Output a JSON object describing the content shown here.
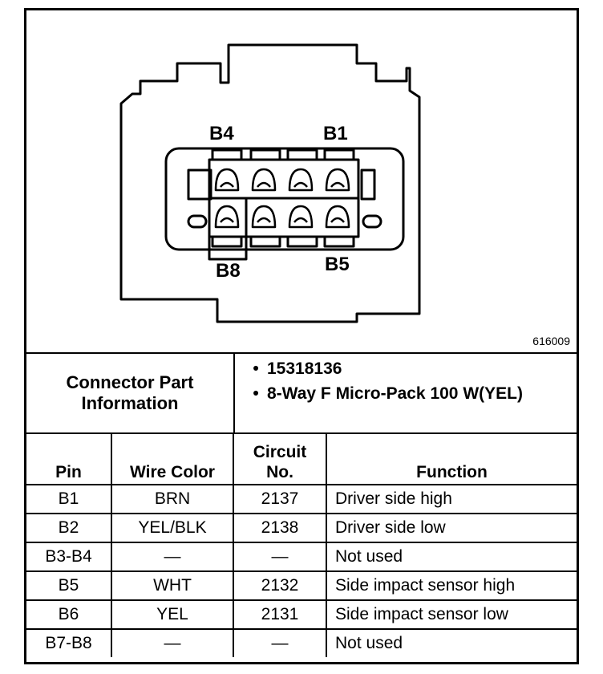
{
  "figure": {
    "id": "616009",
    "labels": {
      "b4": "B4",
      "b1": "B1",
      "b8": "B8",
      "b5": "B5"
    }
  },
  "connector_info": {
    "heading_line1": "Connector Part",
    "heading_line2": "Information",
    "items": [
      {
        "text": "15318136"
      },
      {
        "text": "8-Way F Micro-Pack 100 W(YEL)"
      }
    ]
  },
  "table": {
    "headers": {
      "pin": "Pin",
      "wire_color": "Wire Color",
      "circuit_line1": "Circuit",
      "circuit_line2": "No.",
      "function": "Function"
    },
    "rows": [
      {
        "pin": "B1",
        "color": "BRN",
        "circuit": "2137",
        "function": "Driver side high"
      },
      {
        "pin": "B2",
        "color": "YEL/BLK",
        "circuit": "2138",
        "function": "Driver side low"
      },
      {
        "pin": "B3-B4",
        "color": "—",
        "circuit": "—",
        "function": "Not used"
      },
      {
        "pin": "B5",
        "color": "WHT",
        "circuit": "2132",
        "function": "Side impact sensor high"
      },
      {
        "pin": "B6",
        "color": "YEL",
        "circuit": "2131",
        "function": "Side impact sensor low"
      },
      {
        "pin": "B7-B8",
        "color": "—",
        "circuit": "—",
        "function": "Not used"
      }
    ]
  }
}
